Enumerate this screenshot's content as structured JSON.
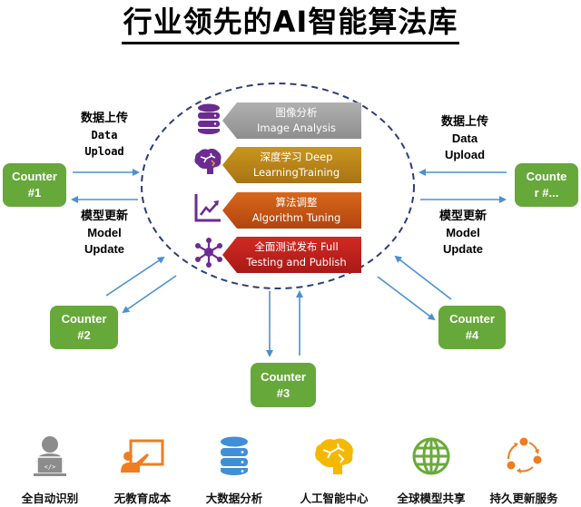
{
  "title": "行业领先的AI智能算法库",
  "pipeline": [
    {
      "zh": "图像分析",
      "en": "Image Analysis",
      "icon": "database-icon",
      "color": "#9a9a9a"
    },
    {
      "zh": "深度学习 Deep",
      "en": "LearningTraining",
      "icon": "brain-icon",
      "color": "#c08a1c"
    },
    {
      "zh": "算法调整",
      "en": "Algorithm Tuning",
      "icon": "line-chart-icon",
      "color": "#d05a16"
    },
    {
      "zh": "全面测试发布 Full",
      "en": "Testing and Publish",
      "icon": "network-node-icon",
      "color": "#c8221e"
    }
  ],
  "counters": [
    {
      "id": "counter-1",
      "line1": "Counter",
      "line2": "#1"
    },
    {
      "id": "counter-2",
      "line1": "Counter",
      "line2": "#2"
    },
    {
      "id": "counter-3",
      "line1": "Counter",
      "line2": "#3"
    },
    {
      "id": "counter-4",
      "line1": "Counter",
      "line2": "#4"
    },
    {
      "id": "counter-n",
      "line1": "Counte",
      "line2": "r #..."
    }
  ],
  "flow_labels": {
    "left_upload": {
      "zh": "数据上传",
      "en1": "Data",
      "en2": "Upload"
    },
    "left_update": {
      "zh": "模型更新",
      "en1": "Model",
      "en2": "Update"
    },
    "right_upload": {
      "zh": "数据上传",
      "en1": "Data",
      "en2": "Upload"
    },
    "right_update": {
      "zh": "模型更新",
      "en1": "Model",
      "en2": "Update"
    }
  },
  "features": [
    {
      "label": "全自动识别",
      "icon": "programmer-laptop-icon",
      "color": "#8c8c8c"
    },
    {
      "label": "无教育成本",
      "icon": "teacher-board-icon",
      "color": "#ef7d22"
    },
    {
      "label": "大数据分析",
      "icon": "database-icon",
      "color": "#3f8fd6"
    },
    {
      "label": "人工智能中心",
      "icon": "brain-icon",
      "color": "#f5b800"
    },
    {
      "label": "全球模型共享",
      "icon": "globe-icon",
      "color": "#6aaa3a"
    },
    {
      "label": "持久更新服务",
      "icon": "cycle-icon",
      "color": "#ef7d22"
    }
  ],
  "colors": {
    "counter_green": "#67a83a",
    "arrow_blue": "#4a90d0",
    "circle_dash": "#2b3d7a",
    "icon_purple": "#6b2c91"
  }
}
